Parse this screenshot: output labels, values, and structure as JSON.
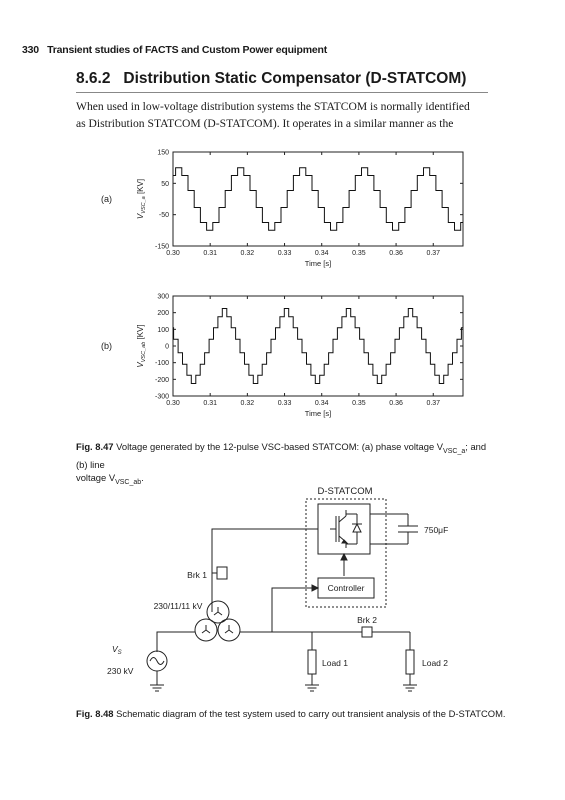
{
  "header": {
    "page_number": "330",
    "running_title": "Transient studies of FACTS and Custom Power equipment"
  },
  "section": {
    "number": "8.6.2",
    "title": "Distribution Static Compensator (D-STATCOM)"
  },
  "body": {
    "lines": [
      "When used in low-voltage distribution systems the STATCOM is normally identified",
      "as Distribution STATCOM (D-STATCOM). It operates in a similar manner as the"
    ]
  },
  "figure_847": {
    "label": "Fig. 8.47",
    "caption_lines": [
      "Voltage generated by the 12-pulse VSC-based STATCOM: (a) phase voltage V",
      "voltage V"
    ],
    "caption_sub_a": "VSC_a",
    "caption_mid": "; and (b) line",
    "caption_sub_b": "VSC_ab",
    "caption_end": "."
  },
  "chart_data": [
    {
      "type": "line",
      "panel_label": "(a)",
      "ylabel_prefix": "V",
      "ylabel_sub": "VSC_a",
      "ylabel_suffix": " [KV]",
      "xlabel": "Time [s]",
      "xlim": [
        0.3,
        0.378
      ],
      "ylim": [
        -150,
        150
      ],
      "x_ticks": [
        "0.30",
        "0.31",
        "0.32",
        "0.33",
        "0.34",
        "0.35",
        "0.36",
        "0.37"
      ],
      "y_ticks": [
        "150",
        "50",
        "-50",
        "-150"
      ],
      "y_tick_values": [
        150,
        50,
        -50,
        -150
      ],
      "period": 0.01667,
      "phase_start": 0.3007,
      "step_levels": [
        100,
        75,
        27,
        -27,
        -75,
        -100
      ],
      "waveform": "12-pulse phase voltage"
    },
    {
      "type": "line",
      "panel_label": "(b)",
      "ylabel_prefix": "V",
      "ylabel_sub": "VSC_ab",
      "ylabel_suffix": " [KV]",
      "xlabel": "Time [s]",
      "xlim": [
        0.3,
        0.378
      ],
      "ylim": [
        -300,
        300
      ],
      "x_ticks": [
        "0.30",
        "0.31",
        "0.32",
        "0.33",
        "0.34",
        "0.35",
        "0.36",
        "0.37"
      ],
      "y_ticks": [
        "300",
        "200",
        "100",
        "0",
        "-100",
        "-200",
        "-300"
      ],
      "y_tick_values": [
        300,
        200,
        100,
        0,
        -100,
        -200,
        -300
      ],
      "period": 0.01667,
      "phase_start": 0.2966,
      "step_levels": [
        225,
        175,
        110,
        40,
        -40,
        -110,
        -175,
        -225
      ],
      "waveform": "12-pulse line voltage"
    }
  ],
  "schematic": {
    "dstatcom_label": "D-STATCOM",
    "capacitor_label": "750μF",
    "controller_label": "Controller",
    "brk1_label": "Brk 1",
    "brk2_label": "Brk 2",
    "transformer_label": "230/11/11 kV",
    "source_label": "V",
    "source_sub": "S",
    "source_voltage": "230 kV",
    "load1_label": "Load 1",
    "load2_label": "Load 2"
  },
  "figure_848": {
    "label": "Fig. 8.48",
    "caption": "Schematic diagram of the test system used to carry out transient analysis of the D-STATCOM."
  }
}
